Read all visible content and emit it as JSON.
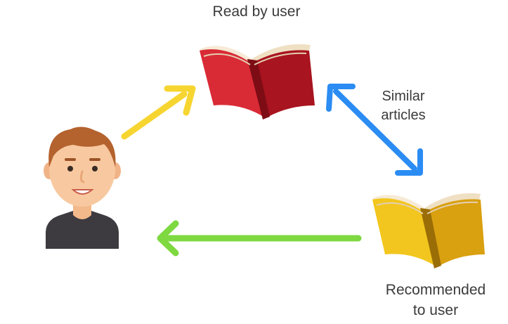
{
  "labels": {
    "read_by_user": "Read by user",
    "similar_line1": "Similar",
    "similar_line2": "articles",
    "recommended_line1": "Recommended",
    "recommended_line2": "to user"
  },
  "nodes": {
    "user": {
      "icon": "user-avatar-icon"
    },
    "read_book": {
      "icon": "red-open-book-icon"
    },
    "recommended_book": {
      "icon": "yellow-open-book-icon"
    }
  },
  "edges": [
    {
      "from": "user",
      "to": "read_book",
      "color": "#f7d531",
      "direction": "one-way"
    },
    {
      "from": "read_book",
      "to": "recommended_book",
      "color": "#2b8cf3",
      "direction": "two-way"
    },
    {
      "from": "recommended_book",
      "to": "user",
      "color": "#7ed840",
      "direction": "one-way"
    }
  ],
  "colors": {
    "red_book": "#c81e2b",
    "yellow_book": "#e6b417",
    "yellow_arrow": "#f7d531",
    "blue_arrow": "#2b8cf3",
    "green_arrow": "#7ed840"
  }
}
